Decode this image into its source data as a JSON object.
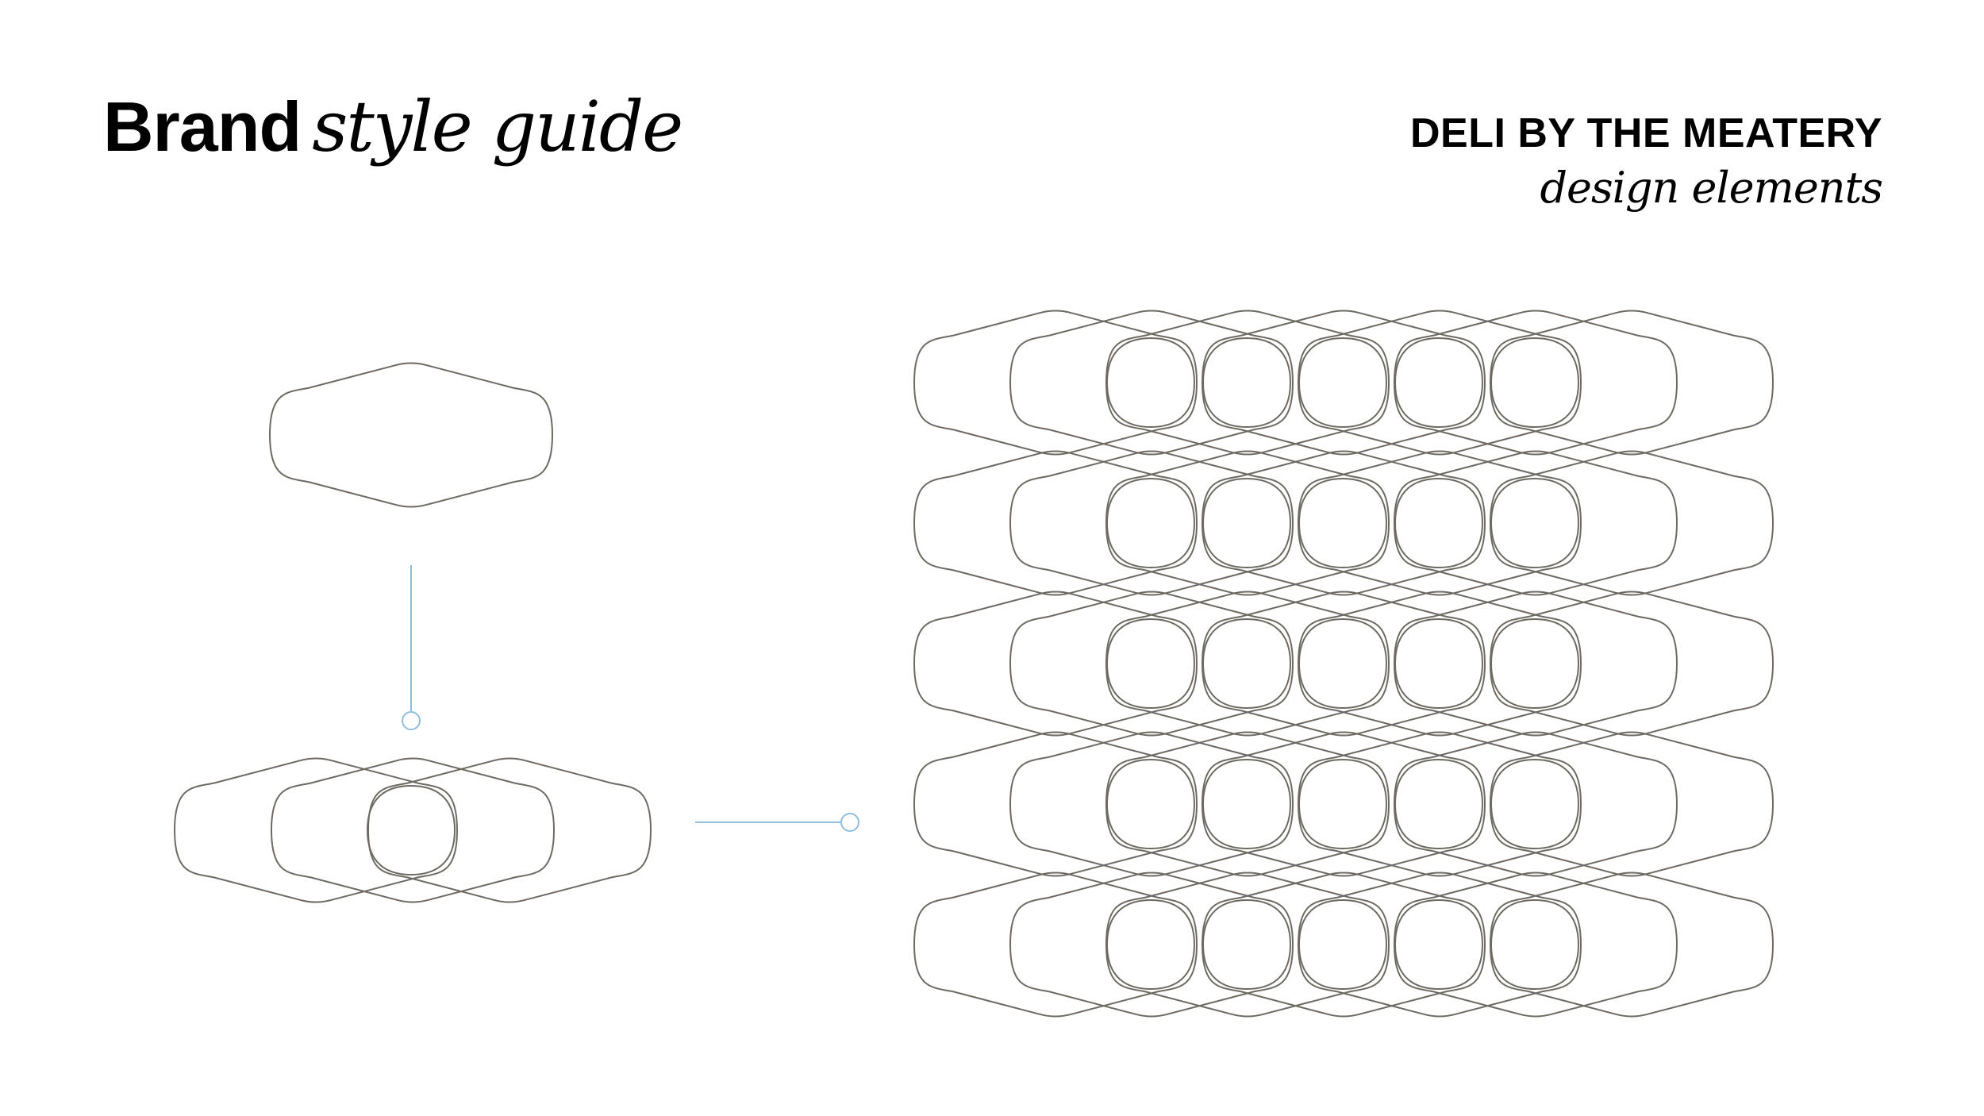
{
  "header": {
    "brand": "Brand",
    "subtitle": "style guide"
  },
  "company": {
    "name": "DELI BY THE MEATERY",
    "section": "design elements"
  },
  "colors": {
    "outline": "#6e6a62",
    "connector": "#8fbde0",
    "background": "#ffffff",
    "text": "#000000"
  },
  "pattern": {
    "shapes_per_row": 7,
    "rows": 5
  }
}
